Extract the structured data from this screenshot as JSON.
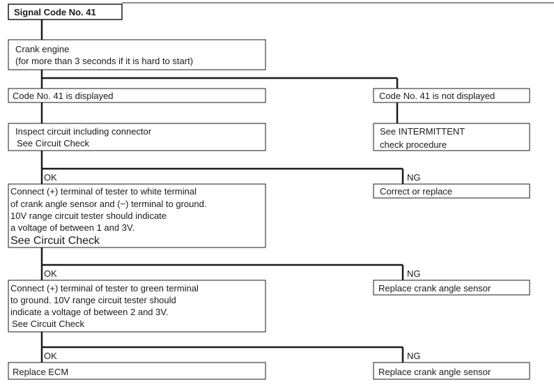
{
  "title": "Signal Code No. 41",
  "crank": {
    "line1": "Crank engine",
    "line2": "(for more than 3 seconds if it is hard to start)"
  },
  "displayed": "Code No. 41 is displayed",
  "not_displayed": "Code No. 41 is not displayed",
  "inspect": {
    "line1": "Inspect circuit including connector",
    "line2": "See Circuit Check"
  },
  "intermittent": {
    "line1": "See INTERMITTENT",
    "line2": "check procedure"
  },
  "branch_ok": "OK",
  "branch_ng": "NG",
  "step_white": {
    "line1": "Connect (+) terminal of tester to white terminal",
    "line2": "of crank angle sensor and (−) terminal to ground.",
    "line3": "10V range circuit tester should indicate",
    "line4": "a voltage of between 1 and 3V.",
    "line5": "See Circuit Check"
  },
  "correct_replace": "Correct or replace",
  "step_green": {
    "line1": "Connect (+) terminal of tester to green terminal",
    "line2": "to ground. 10V range circuit tester should",
    "line3": "indicate a voltage of between 2 and 3V.",
    "line4": "See Circuit Check"
  },
  "replace_sensor_1": "Replace crank angle sensor",
  "replace_ecm": "Replace ECM",
  "replace_sensor_2": "Replace crank angle sensor"
}
